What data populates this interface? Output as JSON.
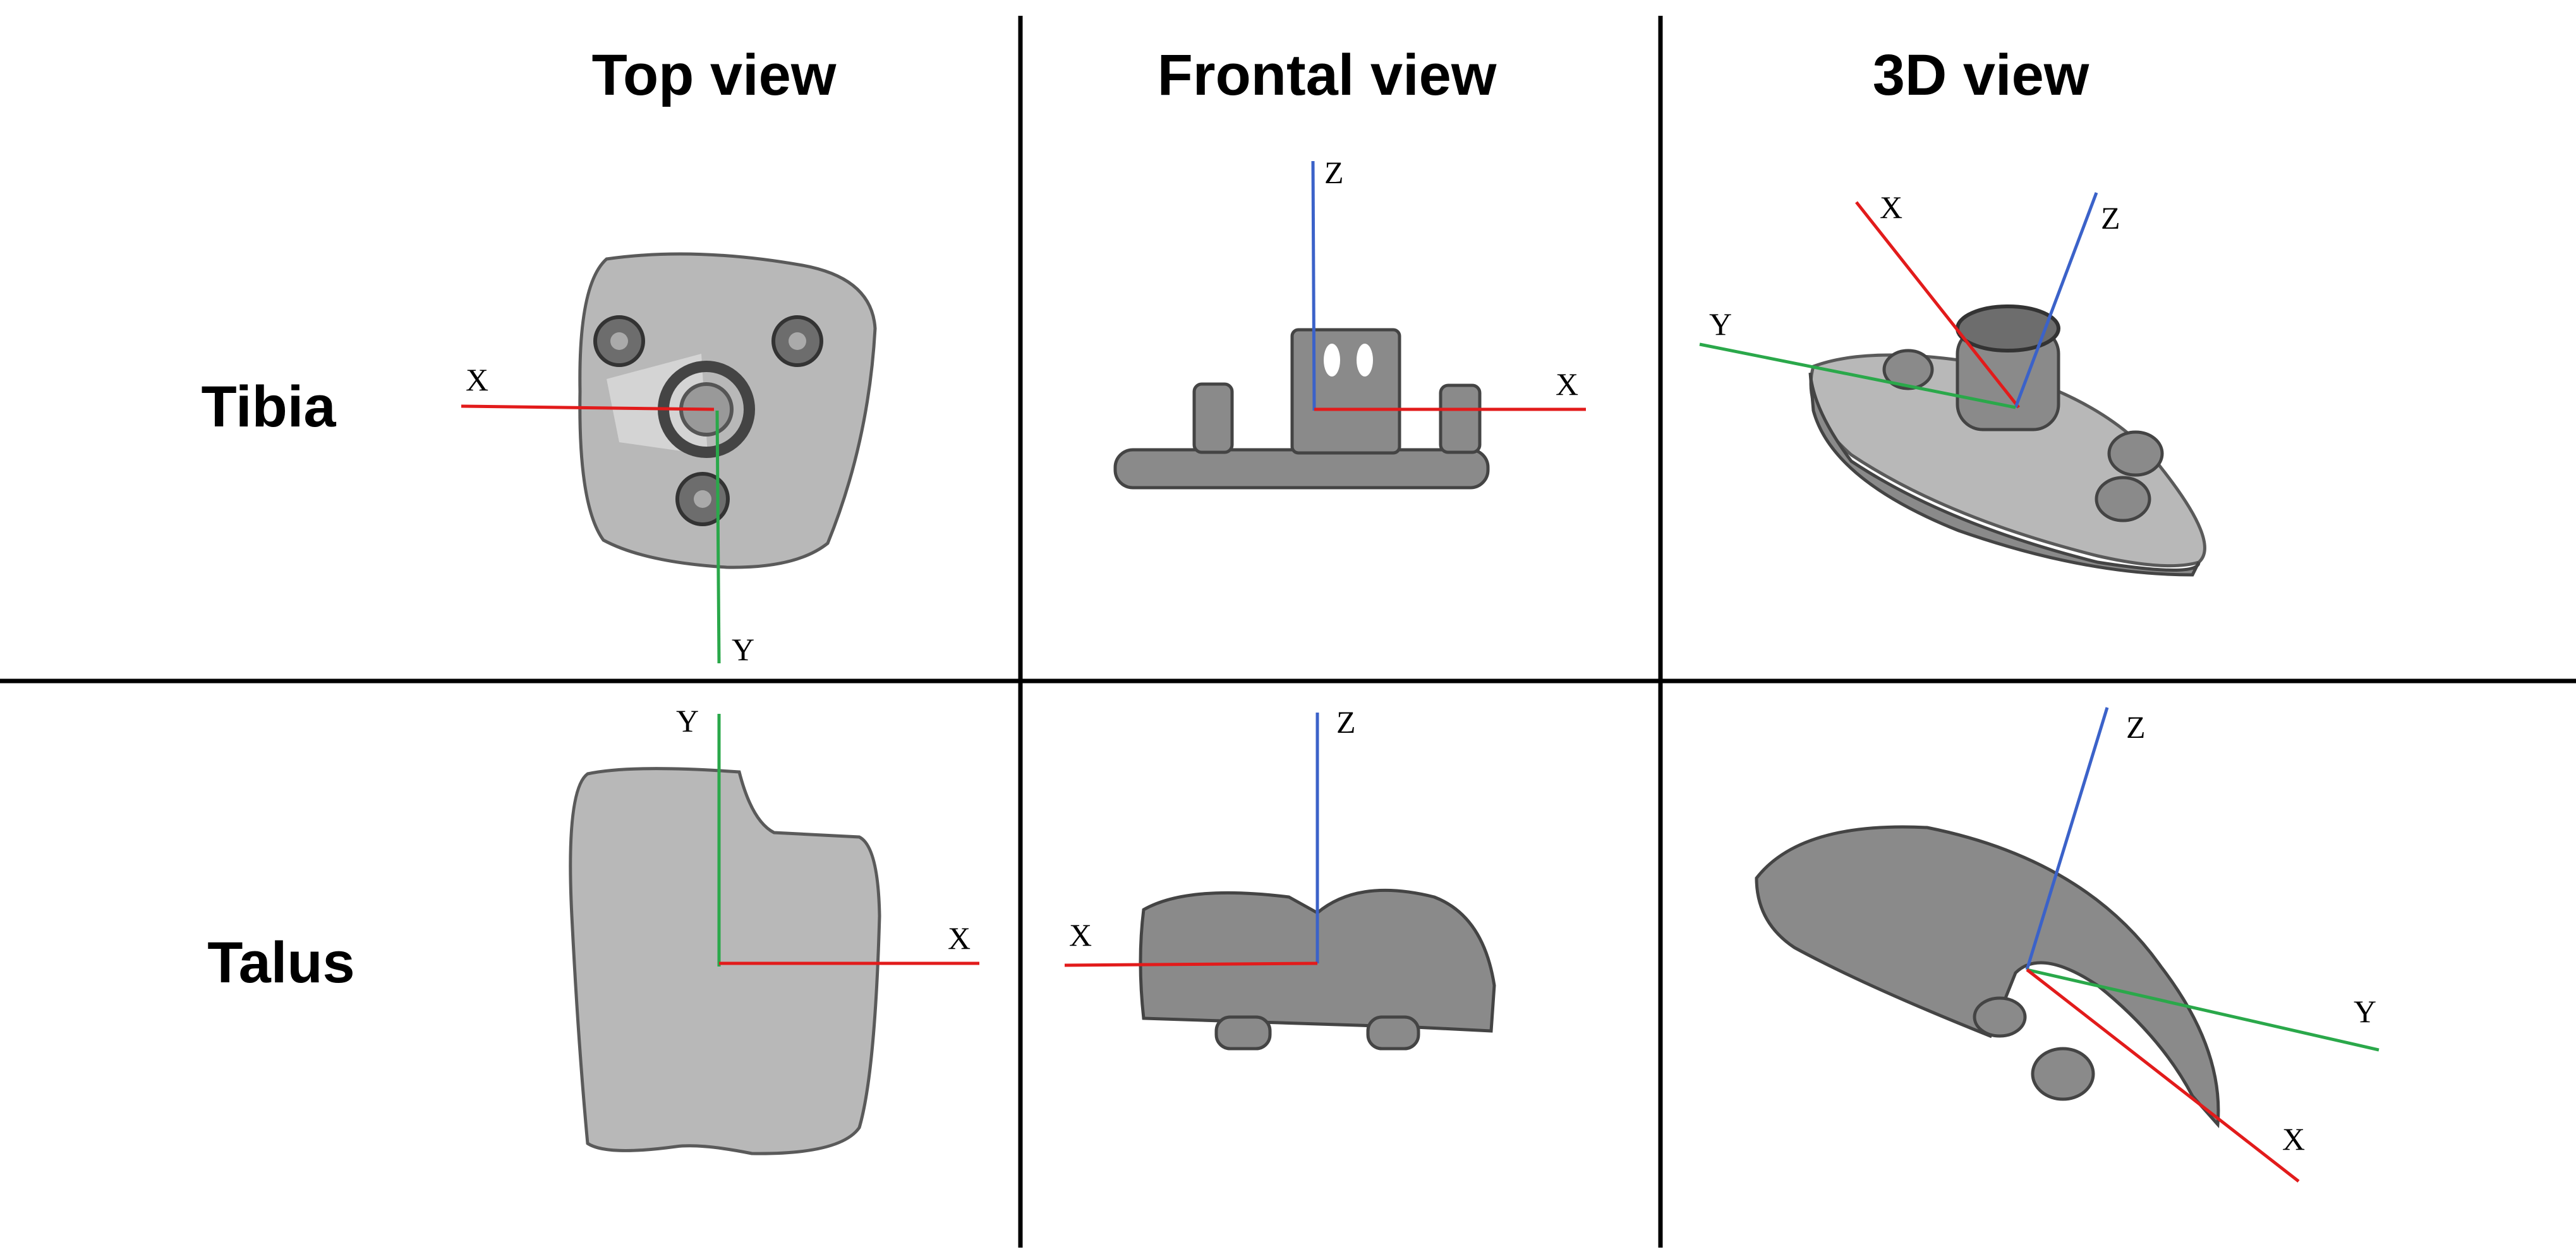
{
  "columns": [
    "Top view",
    "Frontal view",
    "3D view"
  ],
  "rows": [
    "Tibia",
    "Talus"
  ],
  "axis_labels": {
    "x": "X",
    "y": "Y",
    "z": "Z"
  },
  "axis_colors": {
    "x": "#e21b1b",
    "y": "#2aa84a",
    "z": "#3b62c9"
  }
}
